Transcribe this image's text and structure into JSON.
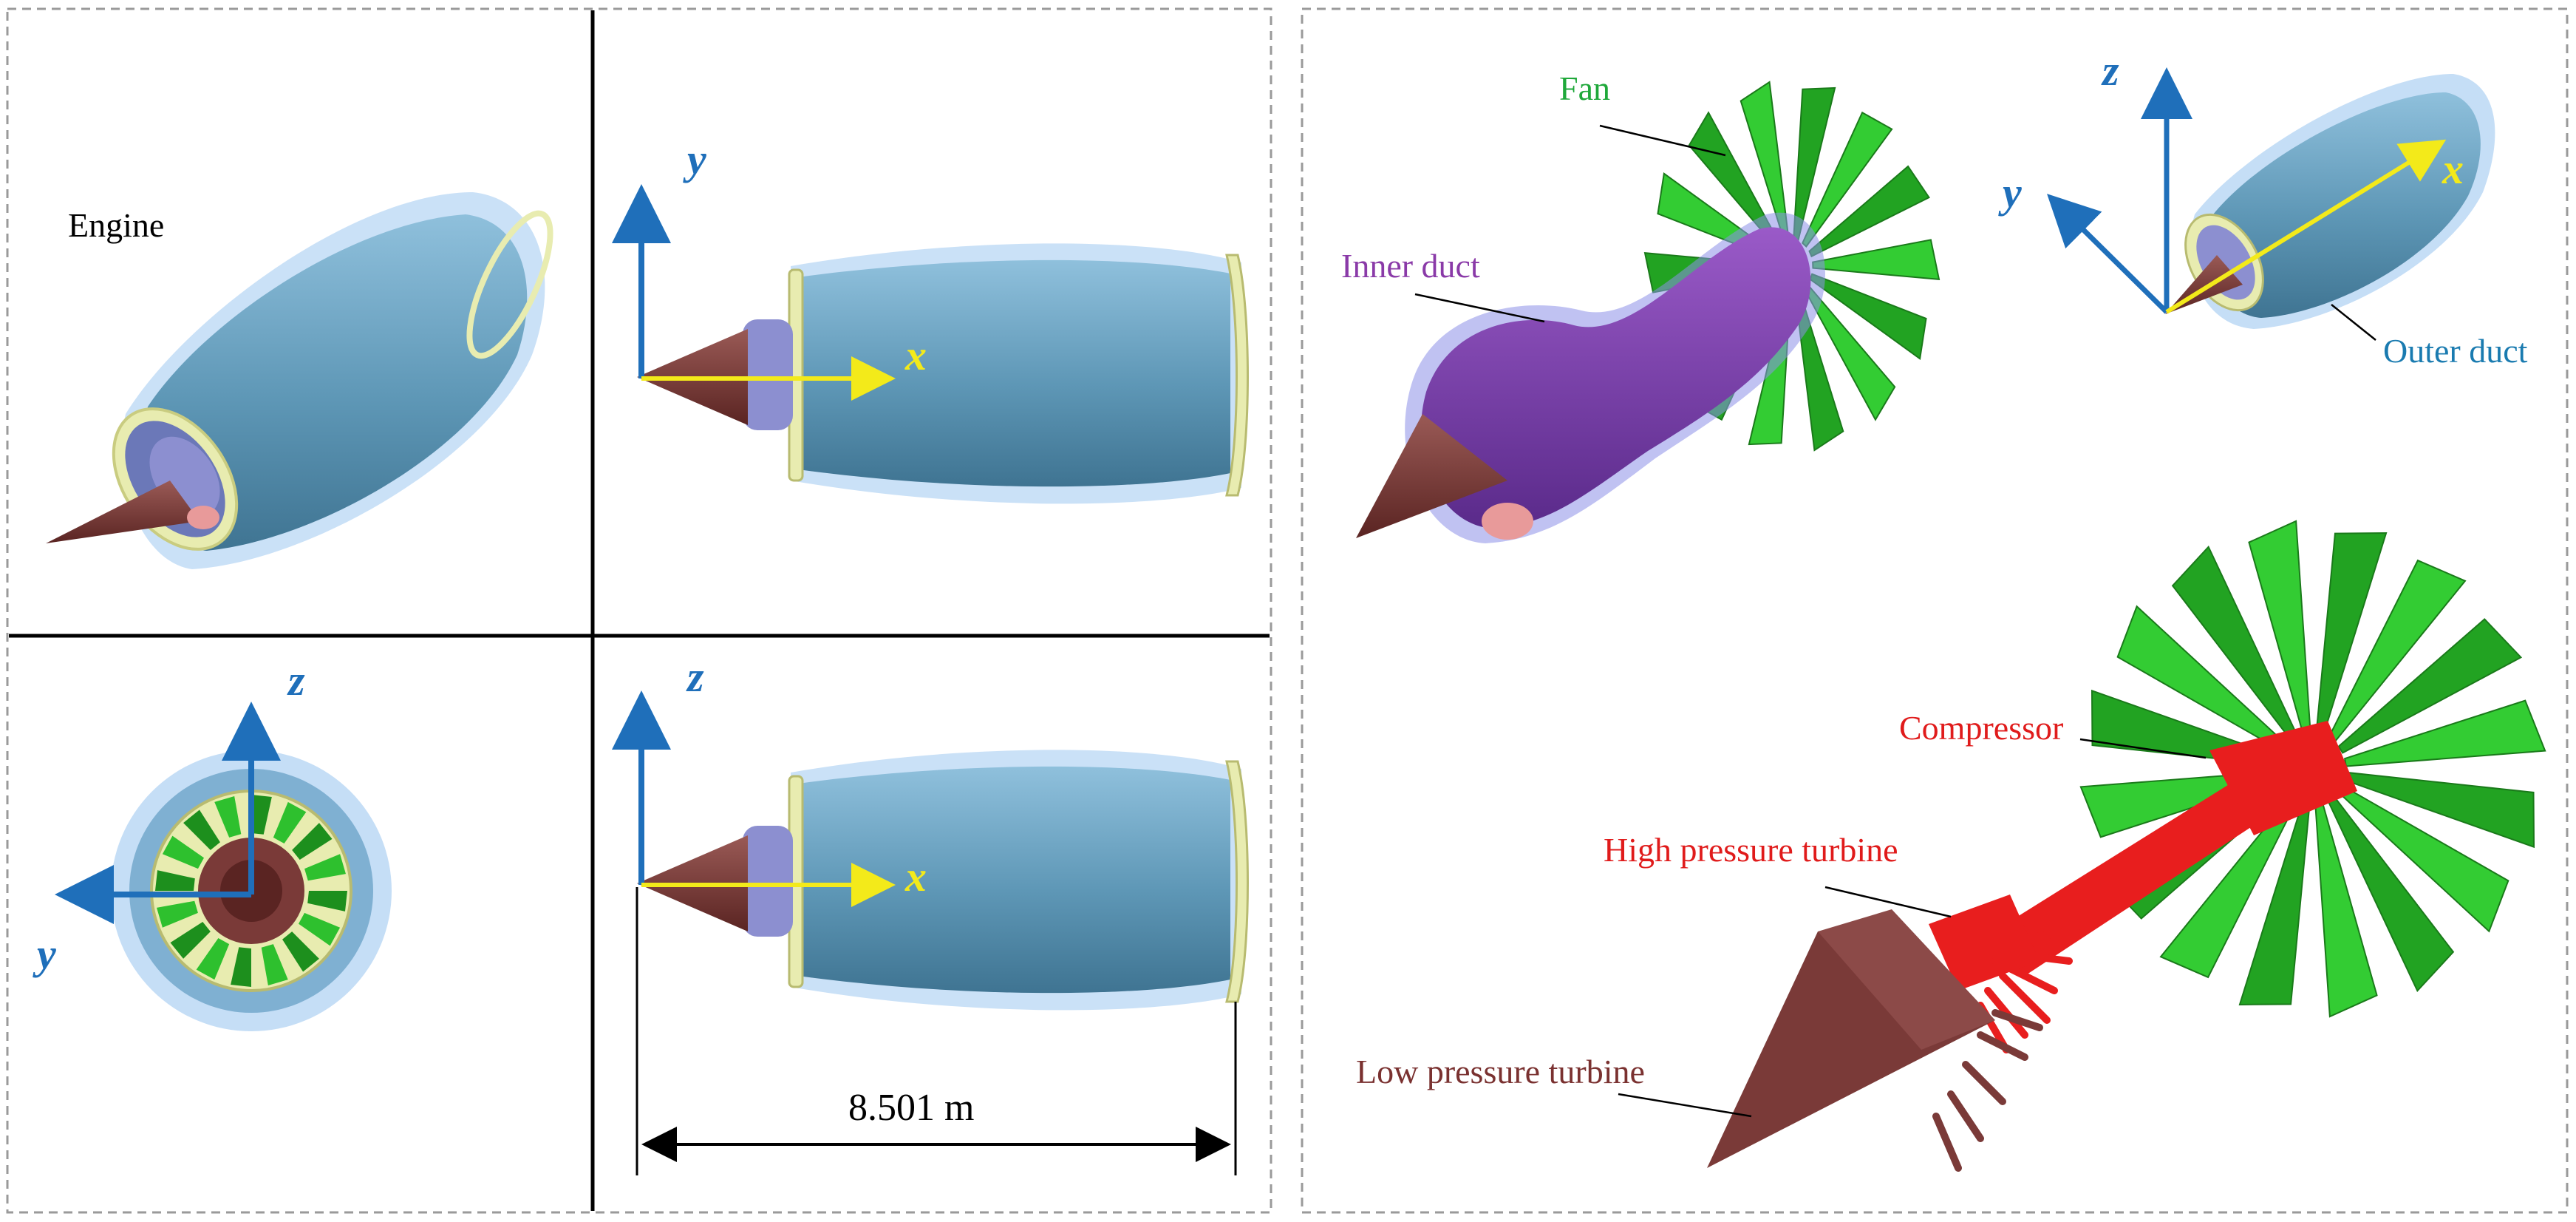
{
  "left_panel": {
    "engine_label": "Engine",
    "dimension_label": "8.501 m",
    "axis_labels": {
      "x": "x",
      "y": "y",
      "z": "z"
    }
  },
  "right_panel": {
    "labels": {
      "fan": "Fan",
      "inner_duct": "Inner duct",
      "outer_duct": "Outer duct",
      "compressor": "Compressor",
      "high_pressure_turbine": "High pressure turbine",
      "low_pressure_turbine": "Low pressure turbine"
    },
    "axis_labels": {
      "x": "x",
      "y": "y",
      "z": "z"
    }
  },
  "colors": {
    "nacelle": "#6ea7c7",
    "nacelle_glass": "#9ec8f0",
    "rim": "#e8ecb0",
    "cone": "#7a3a38",
    "spinner": "#8c8fd0",
    "fan": "#2ec02e",
    "inner_duct": "#7a3aa8",
    "core": "#e81e1e",
    "axis_blue": "#1f6fba",
    "axis_yellow": "#f3ea1a",
    "label_green": "#1fa83a",
    "label_purple": "#8a3aa8",
    "label_blue": "#1a7bb0",
    "label_red": "#e01b1b",
    "label_brown": "#7a3130"
  }
}
